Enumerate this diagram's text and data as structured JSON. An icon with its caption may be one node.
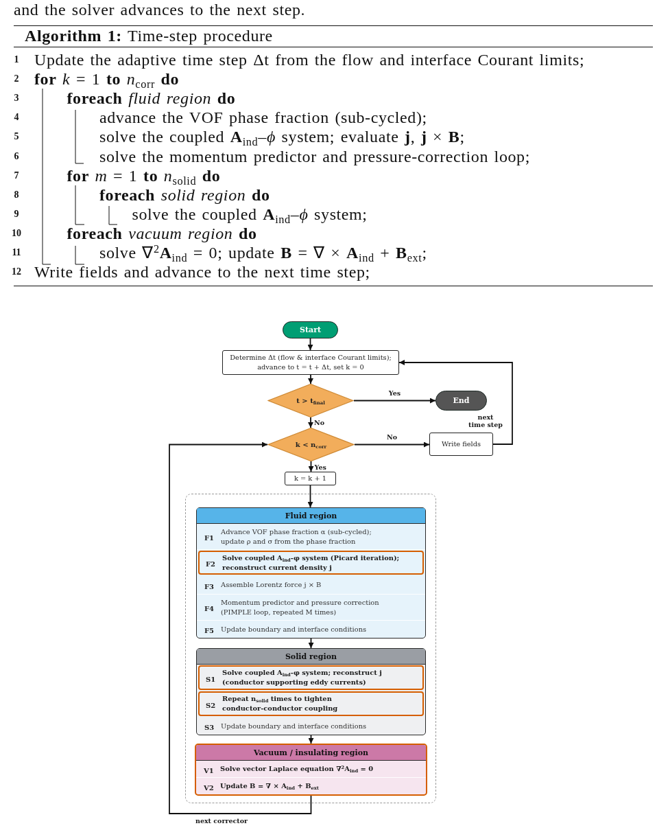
{
  "diagram": {
    "nodes": [
      {
        "text": [
          "Start"
        ]
      },
      {
        "text": [
          "Determine Δt (flow & interface Courant limits); advance to t = t + Δt, set k = 0"
        ]
      },
      {
        "text": [
          "t > t$_{final}$"
        ]
      },
      {
        "text": [
          "End"
        ]
      },
      {
        "text": [
          "k < n$_{corr}$"
        ]
      },
      {
        "text": [
          "Write fields"
        ]
      },
      {
        "text": [
          "k = k + 1"
        ]
      },
      {
        "text": [],
        "shape": "box"
      },
      {
        "text": [
          "Fluid region"
        ],
        "in": 7
      },
      {
        "text": [
          "F1",
          "Advance VOF phase fraction α (sub-cycled); update ρ and σ from the phase fraction"
        ],
        "in": 8
      },
      {
        "text": [
          "F2",
          "Solve coupled A$_{ind}$-φ system (Picard iteration); reconstruct current density j"
        ],
        "in": 8
      },
      {
        "text": [
          "F3",
          "Assemble Lorentz force j × B"
        ],
        "in": 8
      },
      {
        "text": [
          "F4",
          "Momentum predictor and pressure correction (PIMPLE loop, repeated M times)"
        ],
        "in": 8
      },
      {
        "text": [
          "F5",
          "Update boundary and interface conditions"
        ],
        "in": 8
      },
      {
        "text": [
          "Solid region"
        ],
        "in": 7
      },
      {
        "text": [
          "S1",
          "Solve coupled A$_{ind}$-φ system; reconstruct j (conductor supporting eddy currents)"
        ],
        "in": 14
      },
      {
        "text": [
          "S2",
          "Repeat n$_{solid}$ times to tighten conductor-conductor coupling"
        ],
        "in": 14
      },
      {
        "text": [
          "S3",
          "Update boundary and interface conditions"
        ],
        "in": 14
      },
      {
        "text": [
          "Vacuum / insulating region"
        ],
        "in": 7
      },
      {
        "text": [
          "V1",
          "Solve vector Laplace equation ∇$^{2}$A$_{ind}$ = 0"
        ],
        "in": 18
      },
      {
        "text": [
          "V2",
          "Update B = ∇ × A$_{ind}$ + B$_{ext}$"
        ],
        "in": 18
      }
    ],
    "edges": [
      {
        "from": 0,
        "to": 1,
        "arrow": "to"
      },
      {
        "from": 1,
        "to": 2,
        "arrow": "to"
      },
      {
        "from": 2,
        "to": 3,
        "arrow": "to",
        "label": "Yes"
      },
      {
        "from": 2,
        "to": 4,
        "arrow": "to",
        "label": "No"
      },
      {
        "from": 4,
        "to": 5,
        "arrow": "to",
        "label": "No"
      },
      {
        "from": 5,
        "to": 1,
        "arrow": "to",
        "label": "next time step"
      },
      {
        "from": 4,
        "to": 6,
        "arrow": "to",
        "label": "Yes"
      },
      {
        "from": 6,
        "to": 8,
        "arrow": "to"
      },
      {
        "from": 8,
        "to": 14,
        "arrow": "to"
      },
      {
        "from": 14,
        "to": 18,
        "arrow": "to"
      },
      {
        "from": 18,
        "to": 4,
        "arrow": "to",
        "label": "next corrector"
      }
    ],
    "labels": [
      "and the solver advances to the next step.",
      "**Algorithm 1:** Time-step procedure",
      "1",
      "Update the adaptive time step Δt from the flow and interface Courant limits;",
      "2",
      "**for** *k* = 1 **to** *n*$_{corr}$ **do**",
      "3",
      "**foreach** *fluid region* **do**",
      "4",
      "advance the VOF phase fraction (sub-cycled);",
      "5",
      "solve the coupled **A**$_{ind}$–*ϕ* system; evaluate **j**, **j** × **B**;",
      "6",
      "solve the momentum predictor and pressure-correction loop;",
      "7",
      "**for** *m* = 1 **to** *n*$_{solid}$ **do**",
      "8",
      "**foreach** *solid region* **do**",
      "9",
      "solve the coupled **A**$_{ind}$–*ϕ* system;",
      "10",
      "**foreach** *vacuum region* **do**",
      "11",
      "solve ∇$^{2}$**A**$_{ind}$ = 0; update **B** = ∇ × **A**$_{ind}$ + **B**$_{ext}$;",
      "12",
      "Write fields and advance to the next time step;"
    ]
  }
}
